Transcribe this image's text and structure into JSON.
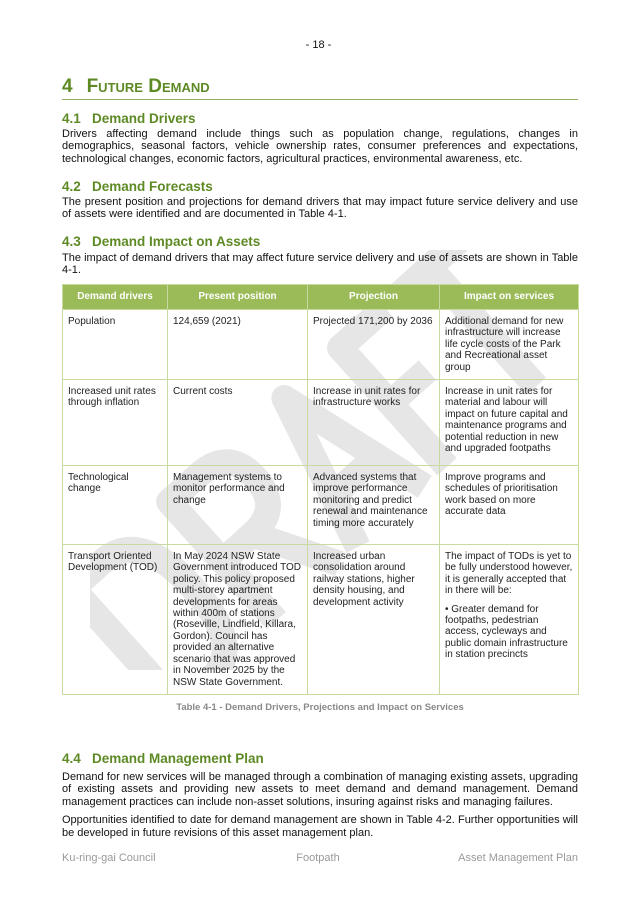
{
  "page_number": "- 18 -",
  "watermark": "DRAFT",
  "chapter": {
    "number": "4",
    "title": "Future Demand"
  },
  "sections": [
    {
      "number": "4.1",
      "title": "Demand Drivers",
      "paragraphs": [
        "Drivers affecting demand include things such as population change, regulations, changes in demographics, seasonal factors, vehicle ownership rates, consumer preferences and expectations, technological changes, economic factors, agricultural practices, environmental awareness, etc."
      ]
    },
    {
      "number": "4.2",
      "title": "Demand Forecasts",
      "paragraphs": [
        "The present position and projections for demand drivers that may impact future service delivery and use of assets were identified and are documented in Table 4-1."
      ]
    },
    {
      "number": "4.3",
      "title": "Demand Impact on Assets",
      "paragraphs": [
        "The impact of demand drivers that may affect future service delivery and use of assets are shown in Table 4-1."
      ]
    },
    {
      "number": "4.4",
      "title": "Demand Management Plan",
      "paragraphs": [
        "Demand for new services will be managed through a combination of managing existing assets, upgrading of existing assets and providing new assets to meet demand and demand management.  Demand management practices can include non-asset solutions, insuring against risks and managing failures.",
        "Opportunities identified to date for demand management are shown in Table 4-2. Further opportunities will be developed in future revisions of this asset management plan."
      ]
    }
  ],
  "table": {
    "headers": [
      "Demand drivers",
      "Present position",
      "Projection",
      "Impact on services"
    ],
    "rows": [
      [
        "Population",
        "124,659 (2021)",
        "Projected 171,200 by 2036",
        "Additional demand for new infrastructure will increase life cycle costs of the Park and Recreational asset group"
      ],
      [
        "Increased unit rates through inflation",
        "Current costs",
        "Increase in unit rates for infrastructure works",
        "Increase in unit rates for material and labour will impact on future capital and maintenance programs and potential reduction in new and upgraded footpaths"
      ],
      [
        "Technological change",
        "Management systems to monitor performance and change",
        "Advanced systems that improve performance monitoring and predict renewal and maintenance timing more accurately",
        "Improve programs and schedules of prioritisation work based on more accurate data"
      ],
      [
        "Transport Oriented Development (TOD)",
        "In May 2024 NSW State Government introduced TOD policy. This policy proposed multi-storey apartment developments for areas within 400m of stations (Roseville, Lindfield, Killara, Gordon). Council has provided an alternative scenario that was approved in November 2025 by the NSW State Government.",
        "Increased urban consolidation around railway stations, higher density housing, and development activity",
        "The impact of TODs is yet to be fully understood however, it is generally accepted that in there will be:"
      ]
    ],
    "tod_impact_bullet": "• Greater demand for footpaths, pedestrian access, cycleways and public domain infrastructure in station precincts",
    "caption": "Table 4-1 - Demand Drivers, Projections and Impact on Services"
  },
  "footer": {
    "left": "Ku-ring-gai Council",
    "center": "Footpath",
    "right": "Asset Management Plan"
  },
  "colors": {
    "heading": "#5e8a25",
    "table_header": "#9bbb59"
  }
}
